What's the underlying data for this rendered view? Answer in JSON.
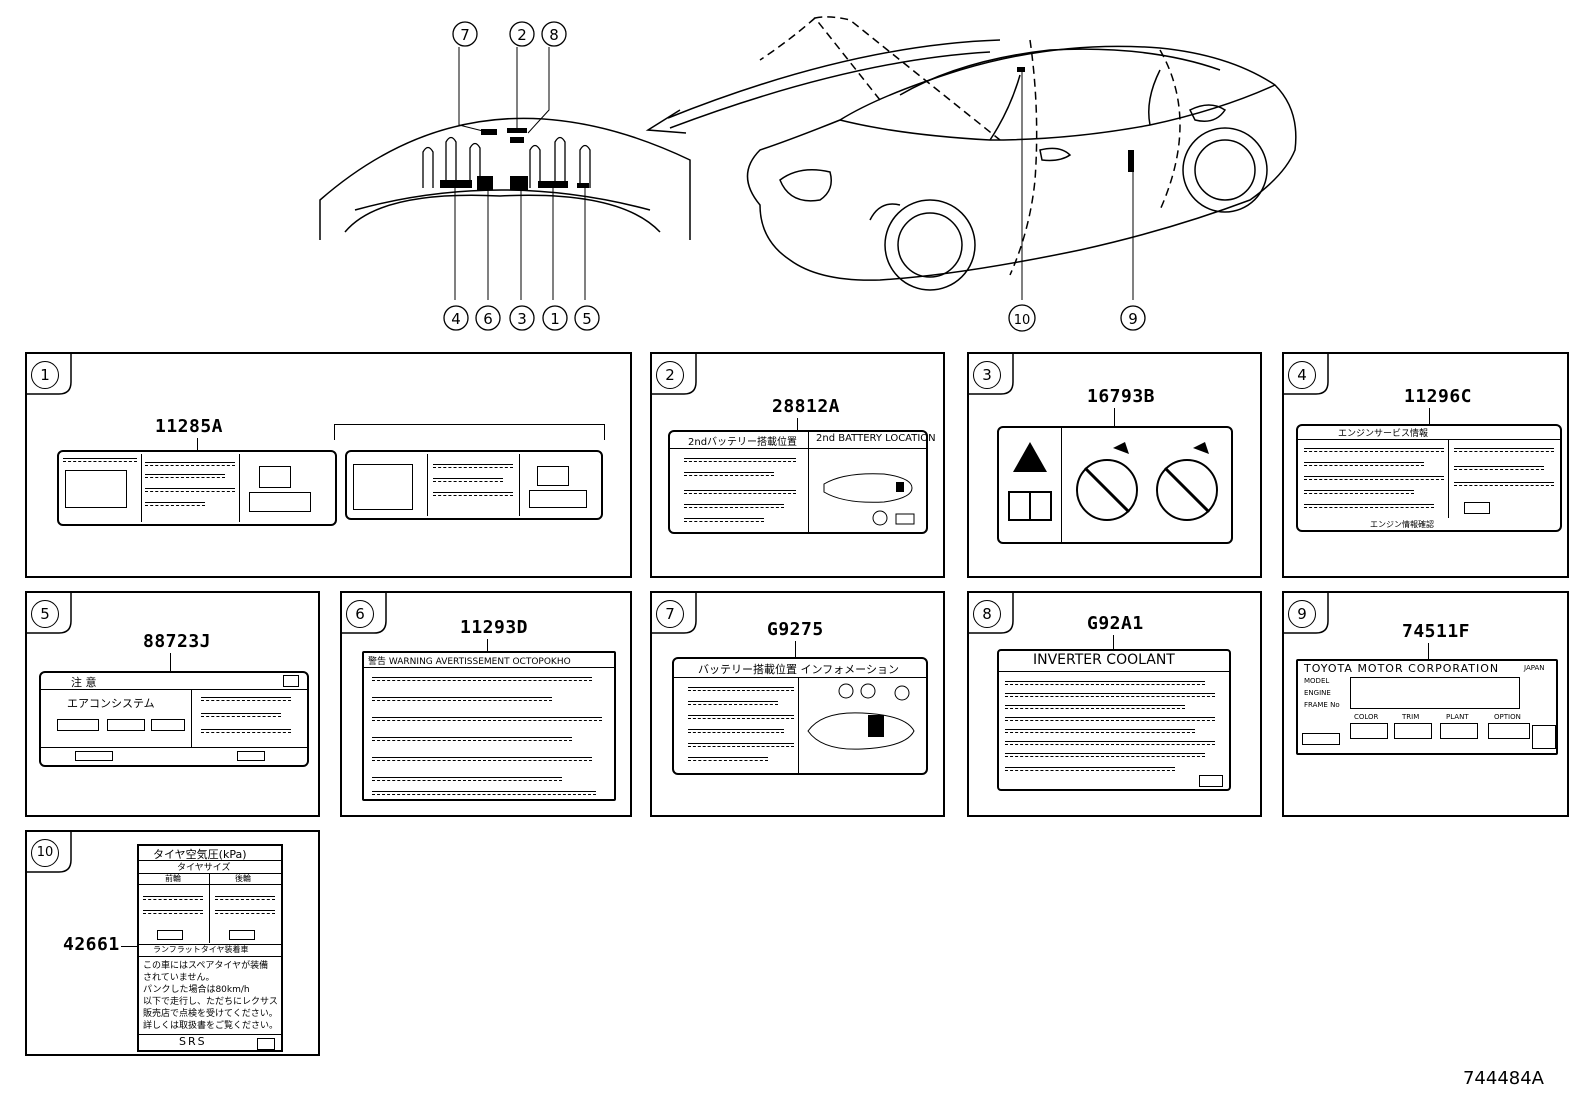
{
  "overview": {
    "engine_callouts": [
      "7",
      "2",
      "8",
      "4",
      "6",
      "3",
      "1",
      "5"
    ],
    "body_callouts": [
      "10",
      "9"
    ]
  },
  "panels": [
    {
      "num": "1",
      "part_no": "11285A"
    },
    {
      "num": "2",
      "part_no": "28812A",
      "label_title_jp": "2ndバッテリー搭載位置",
      "label_title_en": "2nd BATTERY LOCATION"
    },
    {
      "num": "3",
      "part_no": "16793B"
    },
    {
      "num": "4",
      "part_no": "11296C",
      "label_title": "エンジンサービス情報",
      "label_footer": "エンジン情報確認"
    },
    {
      "num": "5",
      "part_no": "88723J",
      "caution": "注 意",
      "system": "エアコンシステム"
    },
    {
      "num": "6",
      "part_no": "11293D",
      "warning": "警告 WARNING AVERTISSEMENT OCTOPOKHO"
    },
    {
      "num": "7",
      "part_no": "G9275",
      "label_title": "バッテリー搭載位置 インフォメーション"
    },
    {
      "num": "8",
      "part_no": "G92A1",
      "label_title": "INVERTER COOLANT"
    },
    {
      "num": "9",
      "part_no": "74511F",
      "maker": "TOYOTA MOTOR CORPORATION",
      "country": "JAPAN",
      "fields": [
        "MODEL",
        "ENGINE",
        "FRAME No"
      ],
      "codes": [
        "COLOR",
        "TRIM",
        "PLANT",
        "OPTION"
      ]
    },
    {
      "num": "10",
      "part_no": "42661",
      "title": "タイヤ空気圧(kPa)",
      "size": "タイヤサイズ",
      "front": "前輪",
      "rear": "後輪",
      "runflat": "ランフラットタイヤ装着車",
      "note": [
        "この車にはスペアタイヤが装備",
        "されていません。",
        "パンクした場合は80km/h",
        "以下で走行し、ただちにレクサス",
        "販売店で点検を受けてください。",
        "詳しくは取扱書をご覧ください。"
      ],
      "srs": "SRS"
    }
  ],
  "footer_code": "744484A"
}
